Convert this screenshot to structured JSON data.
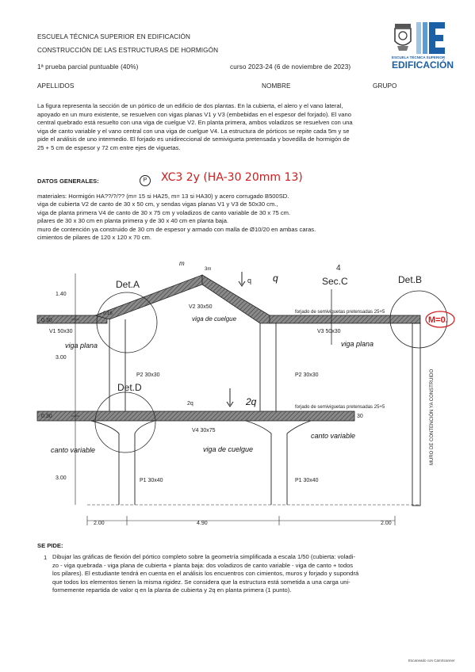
{
  "header": {
    "school": "ESCUELA TÉCNICA SUPERIOR EN EDIFICACIÓN",
    "course": "CONSTRUCCIÓN DE LAS ESTRUCTURAS DE HORMIGÓN",
    "test": "1ª prueba parcial puntuable (40%)",
    "year": "curso 2023-24 (6 de noviembre de 2023)",
    "fields": {
      "apellidos": "APELLIDOS",
      "nombre": "NOMBRE",
      "grupo": "GRUPO"
    },
    "logo_small": "ESCUELA TÉCNICA SUPERIOR",
    "logo_big": "EDIFICACIÓN",
    "logo_letter": "E"
  },
  "intro": [
    "La figura representa la sección de un pórtico de un edificio de dos plantas. En la cubierta, el alero y el vano lateral,",
    "apoyado en un muro existente, se resuelven con vigas planas V1 y V3 (embebidas en el espesor del forjado). El vano",
    "central quebrado está resuelto con una viga de cuelgue V2. En planta primera, ambos voladizos se resuelven con una",
    "viga de canto variable y el vano central con una viga de cuelgue V4. La estructura de pórticos se repite cada 5m y se",
    "pide el análisis de uno intermedio. El forjado es unidireccional de semivigueta pretensada y bovedilla de hormigón de",
    "25 + 5 cm de espesor y 72 cm entre ejes de viguetas."
  ],
  "datos": {
    "title": "DATOS GENERALES:",
    "lines": [
      "materiales: Hormigón HA??/?/?? (m= 15 si HA25, m= 13 si HA30) y acero corrugado B500SD.",
      "viga de cubierta V2 de canto de 30 x 50 cm, y sendas vigas planas V1 y V3 de 50x30 cm.,",
      "viga de planta primera V4 de canto de 30 x 75 cm y voladizos de canto variable de 30 x 75 cm.",
      "pilares de 30 x 30 cm en planta primera y de 30 x 40 cm en planta baja.",
      "muro de contención ya construido de 30 cm de espesor y armado con malla de Ø10/20 en ambas caras.",
      "cimientos de pilares de 120 x 120 x 70 cm."
    ],
    "annotation": "XC3 2y (HA-30 20mm 13)",
    "annotation_mark": "P"
  },
  "drawing": {
    "det_a": "Det.A",
    "det_b": "Det.B",
    "det_d": "Det.D",
    "sec_c": "Sec.C",
    "sec_mark": "4",
    "m0": "M=0.",
    "v2": "V2 30x50",
    "v1": "V1 50x30",
    "v3": "V3 50x30",
    "v4": "V4 30x75",
    "p2": "P2 30x30",
    "p2b": "P2 30x30",
    "p1": "P1 30x40",
    "p1b": "P1 30x40",
    "forjado_top": "forjado de semiviguetas pretensadas 25+5",
    "forjado_bottom": "forjado de semiviguetas pretensadas 25+5",
    "muro": "MURO DE CONTENCIÓN YA CONSTRUIDO",
    "d_140": "1.40",
    "d_300": "3.00",
    "d_300b": "3.00",
    "d_030a": "0.30",
    "d_030b": "0.30",
    "d_016": "0.16",
    "d_200a": "2.00",
    "d_490": "4.90",
    "d_200b": "2.00",
    "d_30": "30",
    "d_ridge": "3m",
    "q_top": "q",
    "q_bot": "2q",
    "hand_viga_plana": "viga plana",
    "hand_viga_plana2": "viga plana",
    "hand_cuelgue": "viga de cuelgue",
    "hand_cuelgue2": "viga de cuelgue",
    "hand_canto1": "canto variable",
    "hand_canto2": "canto variable",
    "hand_q1": "q",
    "hand_q2": "2q",
    "hand_m": "m"
  },
  "se_pide": {
    "title": "SE PIDE:",
    "num": "1",
    "lines": [
      "Dibujar las gráficas de flexión del pórtico completo sobre la geometría simplificada a escala 1/50 (cubierta: voladi-",
      "zo - viga quebrada - viga plana de cubierta + planta baja: dos voladizos de canto variable - viga de canto + todos",
      "los pilares). El estudiante tendrá en cuenta en el análisis los encuentros con cimientos, muros y forjado y supondrá",
      "que todos los elementos tienen la misma rigidez. Se considera que la estructura está sometida a una carga uni-",
      "formemente repartida de valor q en la planta de cubierta y 2q en planta primera (1 punto)."
    ]
  },
  "footer": "Escaneado con CamScanner"
}
